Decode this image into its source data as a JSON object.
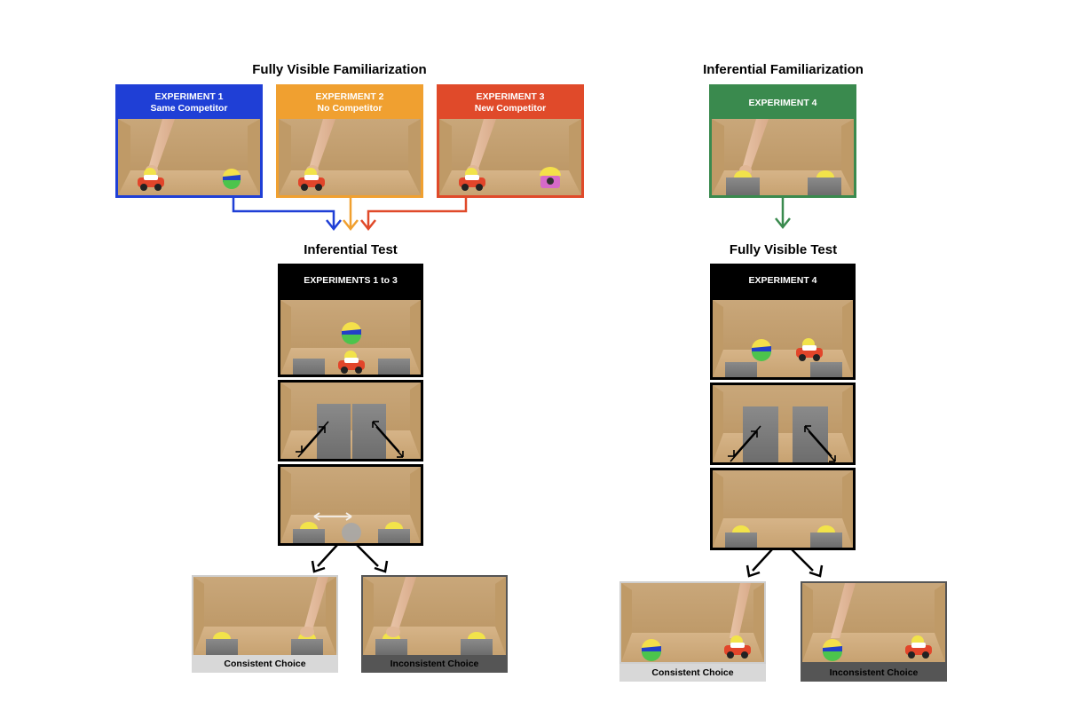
{
  "colors": {
    "exp1": "#1f3fd6",
    "exp2": "#f0a030",
    "exp3": "#e04a2a",
    "exp4": "#3a8a4e",
    "test_header": "#000000",
    "consistent_bar": "#d8d8d8",
    "inconsistent_bar": "#555555"
  },
  "left": {
    "familiarization_title": "Fully Visible Familiarization",
    "experiments": [
      {
        "line1": "EXPERIMENT 1",
        "line2": "Same Competitor"
      },
      {
        "line1": "EXPERIMENT 2",
        "line2": "No Competitor"
      },
      {
        "line1": "EXPERIMENT 3",
        "line2": "New Competitor"
      }
    ],
    "test_title": "Inferential Test",
    "test_header": "EXPERIMENTS 1 to 3",
    "outcomes": {
      "consistent": "Consistent Choice",
      "inconsistent": "Inconsistent Choice"
    }
  },
  "right": {
    "familiarization_title": "Inferential Familiarization",
    "experiment": {
      "line1": "EXPERIMENT 4"
    },
    "test_title": "Fully Visible Test",
    "test_header": "EXPERIMENT 4",
    "outcomes": {
      "consistent": "Consistent Choice",
      "inconsistent": "Inconsistent Choice"
    }
  },
  "icons": [
    "hand-icon",
    "toy-car-icon",
    "beach-ball-icon",
    "toy-phone-icon",
    "occluder-icon",
    "double-arrow-icon"
  ]
}
